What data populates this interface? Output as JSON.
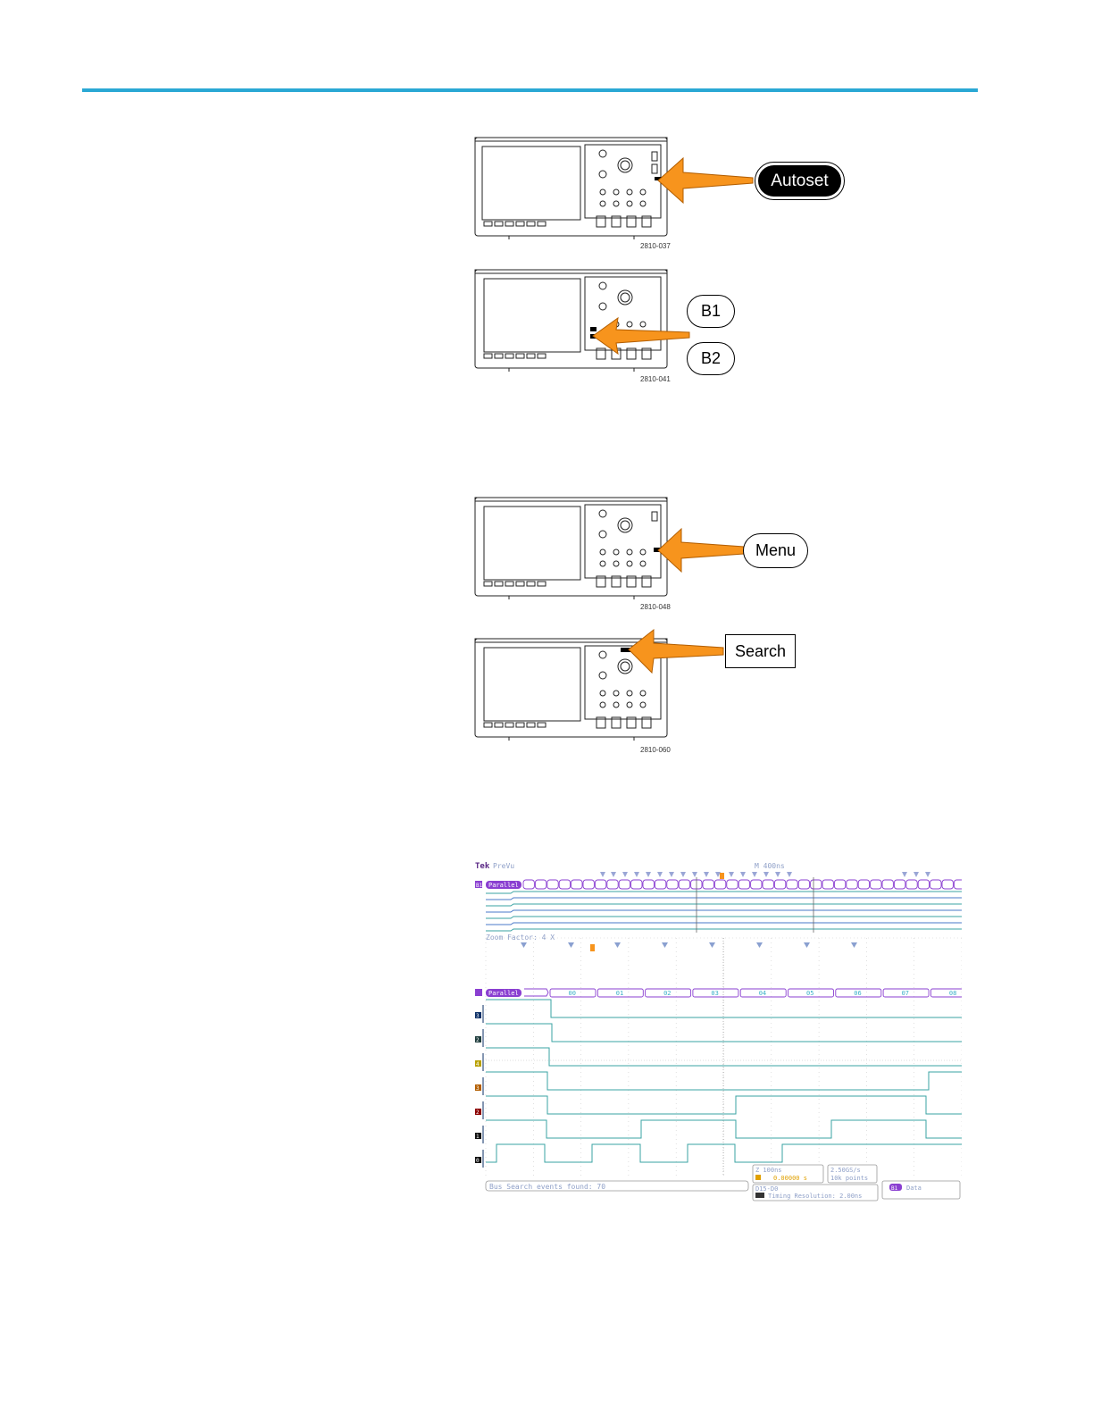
{
  "callouts": {
    "autoset": "Autoset",
    "b1": "B1",
    "b2": "B2",
    "menu": "Menu",
    "search": "Search"
  },
  "figure_numbers": {
    "fig1": "2810-037",
    "fig2": "2810-041",
    "fig3": "2810-048",
    "fig4": "2810-060"
  },
  "colors": {
    "rule": "#2aa8d4",
    "arrow": "#f7941d",
    "bus": "#8a3fd1",
    "trace": "#3aa3a3"
  },
  "scope": {
    "brand": "Tek",
    "mode": "PreVu",
    "timebase": "M 400ns",
    "bus_label": "B1",
    "bus_name": "Parallel",
    "zoom_factor": "Zoom Factor: 4 X",
    "bus_values": [
      "00",
      "01",
      "02",
      "03",
      "04",
      "05",
      "06",
      "07",
      "08"
    ],
    "channels": [
      "3",
      "2",
      "4",
      "3",
      "2",
      "1",
      "0"
    ],
    "search_status": "Bus Search events found: 70",
    "zoom_scale": "Z 100ns",
    "zoom_pos": "0.00000 s",
    "sample_rate": "2.50GS/s",
    "record_length": "10k points",
    "digital_range": "D15-D0",
    "timing_resolution": "Timing Resolution: 2.00ns",
    "bus_mode_label": "B1",
    "bus_mode_value": "Data"
  }
}
